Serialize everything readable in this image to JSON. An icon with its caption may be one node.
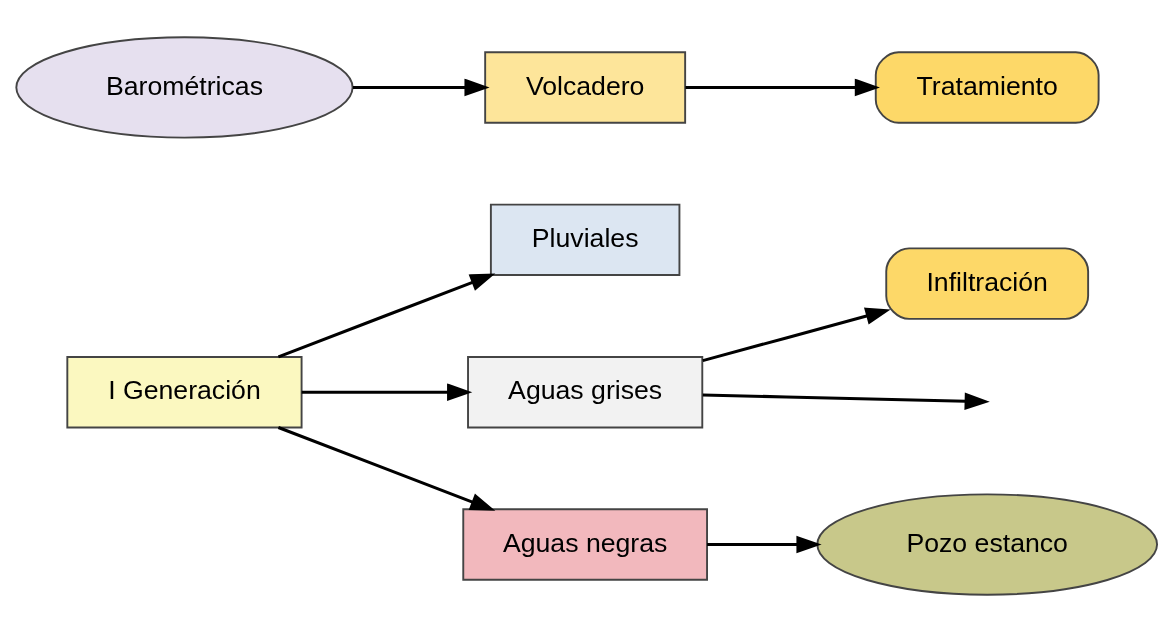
{
  "diagram": {
    "nodes": [
      {
        "text": [
          "I Generación"
        ]
      },
      {
        "text": [
          "Pluviales"
        ]
      },
      {
        "text": [
          "Aguas grises"
        ]
      },
      {
        "text": [
          "Infiltración"
        ]
      },
      {
        "text": [
          "Aguas negras"
        ]
      },
      {
        "text": [
          "Pozo estanco"
        ]
      },
      {
        "text": [
          "Barométricas"
        ]
      },
      {
        "text": [
          "Volcadero"
        ]
      },
      {
        "text": [
          "Tratamiento"
        ]
      }
    ],
    "edges": [
      {
        "from": 0,
        "to": 1,
        "arrow": "to"
      },
      {
        "from": 0,
        "to": 2,
        "arrow": "to"
      },
      {
        "from": 2,
        "to": 3,
        "arrow": "to"
      },
      {
        "from": 2,
        "to": null,
        "arrow": "to"
      },
      {
        "from": 0,
        "to": 4,
        "arrow": "to"
      },
      {
        "from": 4,
        "to": 5,
        "arrow": "to"
      },
      {
        "from": 6,
        "to": 7,
        "arrow": "to"
      },
      {
        "from": 7,
        "to": 8,
        "arrow": "to"
      }
    ]
  }
}
